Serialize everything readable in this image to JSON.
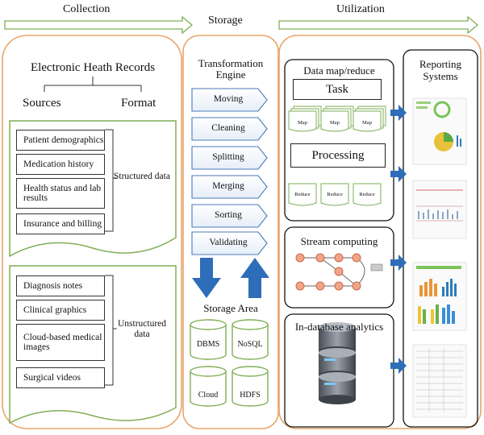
{
  "phases": {
    "collection": "Collection",
    "storage": "Storage",
    "utilization": "Utilization"
  },
  "collection": {
    "title": "Electronic Heath Records",
    "sources_label": "Sources",
    "format_label": "Format",
    "structured": {
      "items": [
        "Patient demographics",
        "Medication history",
        "Health status and lab results",
        "Insurance and billing"
      ],
      "label": "Structured data"
    },
    "unstructured": {
      "items": [
        "Diagnosis notes",
        "Clinical graphics",
        "Cloud-based medical images",
        "Surgical videos"
      ],
      "label": "Unstructured data"
    }
  },
  "storage": {
    "engine_title": "Transformation Engine",
    "steps": [
      "Moving",
      "Cleaning",
      "Splitting",
      "Merging",
      "Sorting",
      "Validating"
    ],
    "area_title": "Storage Area",
    "databases": [
      "DBMS",
      "NoSQL",
      "Cloud",
      "HDFS"
    ]
  },
  "utilization": {
    "mapreduce": {
      "title": "Data map/reduce",
      "task": "Task",
      "processing": "Processing",
      "map_label": "Map",
      "reduce_label": "Reduce"
    },
    "stream_title": "Stream computing",
    "indb_title": "In-database analytics",
    "reporting_title": "Reporting Systems"
  },
  "colors": {
    "accent_green": "#7fae55",
    "orange": "#e8a56a",
    "blue": "#2e6db8"
  }
}
